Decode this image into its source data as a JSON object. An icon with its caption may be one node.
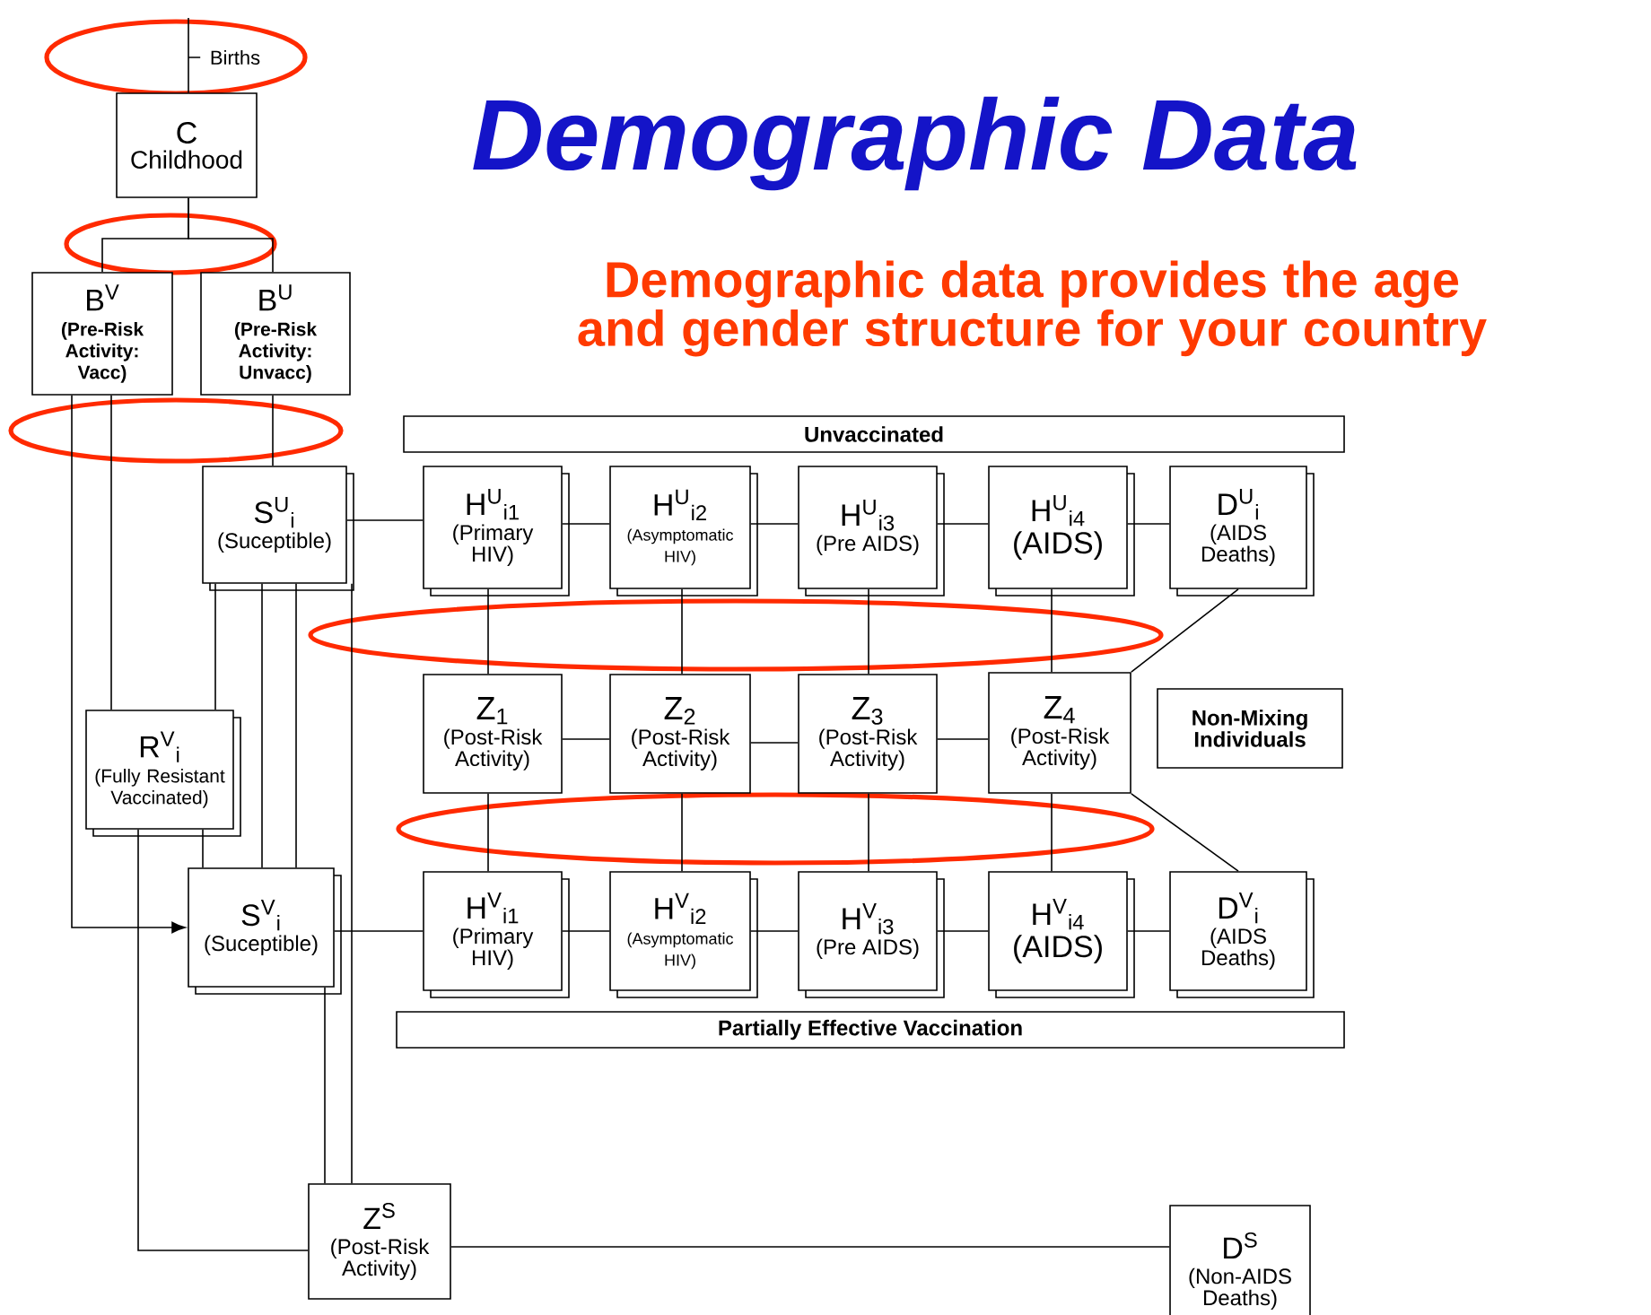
{
  "diagram": {
    "title": "Demographic Data",
    "nodes": [
      {
        "text": [
          "C",
          "Childhood"
        ]
      },
      {
        "text": [
          "B$^{V}$",
          "(Pre-Risk Activity: Vacc)"
        ]
      },
      {
        "text": [
          "B$^{U}$",
          "(Pre-Risk Activity: Unvacc)"
        ]
      },
      {
        "text": [
          "S$^{U}$$_{i}$",
          "(Suceptible)"
        ]
      },
      {
        "text": [
          "H$^{U}$$_{i1}$",
          "(Primary HIV)"
        ]
      },
      {
        "text": [
          "H$^{U}$$_{i2}$",
          "(Asymptomatic HIV)"
        ]
      },
      {
        "text": [
          "H$^{U}$$_{i3}$",
          "(Pre AIDS)"
        ]
      },
      {
        "text": [
          "H$^{U}$$_{i4}$",
          "(AIDS)"
        ]
      },
      {
        "text": [
          "D$^{U}$$_{i}$",
          "(AIDS Deaths)"
        ]
      },
      {
        "text": [
          "Z$_{1}$",
          "(Post-Risk Activity)"
        ]
      },
      {
        "text": [
          "Z$_{2}$",
          "(Post-Risk Activity)"
        ]
      },
      {
        "text": [
          "Z$_{3}$",
          "(Post-Risk Activity)"
        ]
      },
      {
        "text": [
          "Z$_{4}$",
          "(Post-Risk Activity)"
        ]
      },
      {
        "text": [
          "Non-Mixing Individuals"
        ]
      },
      {
        "text": [
          "R$^{V}$$_{i}$",
          "(Fully Resistant Vaccinated)"
        ]
      },
      {
        "text": [
          "S$^{V}$$_{i}$",
          "(Suceptible)"
        ]
      },
      {
        "text": [
          "H$^{V}$$_{i1}$",
          "(Primary HIV)"
        ]
      },
      {
        "text": [
          "H$^{V}$$_{i2}$",
          "(Asymptomatic HIV)"
        ]
      },
      {
        "text": [
          "H$^{V}$$_{i3}$",
          "(Pre AIDS)"
        ]
      },
      {
        "text": [
          "H$^{V}$$_{i4}$",
          "(AIDS)"
        ]
      },
      {
        "text": [
          "D$^{V}$$_{i}$",
          "(AIDS Deaths)"
        ]
      },
      {
        "text": [
          "Unvaccinated"
        ]
      },
      {
        "text": [
          "Partially Effective Vaccination"
        ]
      },
      {
        "text": [
          "Z$^{S}$",
          "(Post-Risk Activity)"
        ]
      },
      {
        "text": [
          "D$^{S}$",
          "(Non-AIDS Deaths)"
        ]
      },
      {
        "text": [
          "Births"
        ]
      }
    ],
    "edges": [
      {
        "from": 25,
        "to": 0,
        "arrow": "none"
      },
      {
        "from": 0,
        "to": 1,
        "arrow": "none"
      },
      {
        "from": 0,
        "to": 2,
        "arrow": "none"
      },
      {
        "from": 1,
        "to": 14,
        "arrow": "none"
      },
      {
        "from": 1,
        "to": 15,
        "arrow": "to"
      },
      {
        "from": 2,
        "to": 3,
        "arrow": "none"
      },
      {
        "from": 3,
        "to": 4,
        "arrow": "none"
      },
      {
        "from": 3,
        "to": 14,
        "arrow": "none"
      },
      {
        "from": 3,
        "to": 15,
        "arrow": "none"
      },
      {
        "from": 3,
        "to": 15,
        "arrow": "none"
      },
      {
        "from": 3,
        "to": 23,
        "arrow": "none"
      },
      {
        "from": 4,
        "to": 5,
        "arrow": "none"
      },
      {
        "from": 5,
        "to": 6,
        "arrow": "none"
      },
      {
        "from": 6,
        "to": 7,
        "arrow": "none"
      },
      {
        "from": 7,
        "to": 8,
        "arrow": "none"
      },
      {
        "from": 4,
        "to": 9,
        "arrow": "none"
      },
      {
        "from": 5,
        "to": 10,
        "arrow": "none"
      },
      {
        "from": 6,
        "to": 11,
        "arrow": "none"
      },
      {
        "from": 7,
        "to": 12,
        "arrow": "none"
      },
      {
        "from": 8,
        "to": 12,
        "arrow": "none"
      },
      {
        "from": 9,
        "to": 10,
        "arrow": "none"
      },
      {
        "from": 10,
        "to": 11,
        "arrow": "none"
      },
      {
        "from": 11,
        "to": 12,
        "arrow": "none"
      },
      {
        "from": 9,
        "to": 16,
        "arrow": "none"
      },
      {
        "from": 10,
        "to": 17,
        "arrow": "none"
      },
      {
        "from": 11,
        "to": 18,
        "arrow": "none"
      },
      {
        "from": 12,
        "to": 19,
        "arrow": "none"
      },
      {
        "from": 12,
        "to": 20,
        "arrow": "none"
      },
      {
        "from": 14,
        "to": 15,
        "arrow": "none"
      },
      {
        "from": 14,
        "to": 23,
        "arrow": "none"
      },
      {
        "from": 15,
        "to": 16,
        "arrow": "none"
      },
      {
        "from": 16,
        "to": 17,
        "arrow": "none"
      },
      {
        "from": 17,
        "to": 18,
        "arrow": "none"
      },
      {
        "from": 18,
        "to": 19,
        "arrow": "none"
      },
      {
        "from": 19,
        "to": 20,
        "arrow": "none"
      },
      {
        "from": 15,
        "to": 23,
        "arrow": "none"
      },
      {
        "from": 23,
        "to": 24,
        "arrow": "none"
      }
    ],
    "labels": [
      "Demographic data provides the age and gender structure for your country"
    ]
  }
}
